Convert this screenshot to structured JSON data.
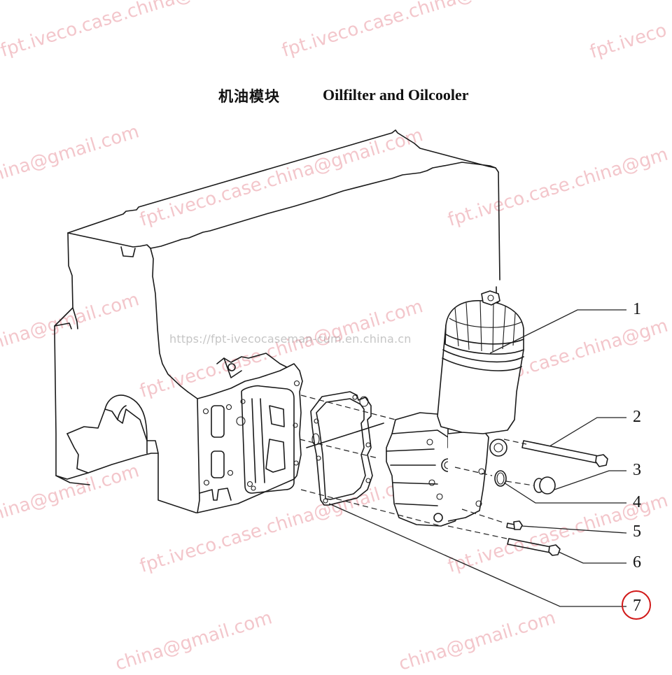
{
  "title": {
    "chinese": "机油模块",
    "english": "Oilfilter and Oilcooler"
  },
  "diagram": {
    "type": "exploded-parts-view",
    "subject": "Engine block with oil filter / oil cooler module",
    "parts": [
      {
        "number": "1",
        "name": "oil-filter-housing"
      },
      {
        "number": "2",
        "name": "long-bolt"
      },
      {
        "number": "3",
        "name": "plug"
      },
      {
        "number": "4",
        "name": "seal-ring"
      },
      {
        "number": "5",
        "name": "short-bolt"
      },
      {
        "number": "6",
        "name": "bolt"
      },
      {
        "number": "7",
        "name": "gasket",
        "highlighted": true,
        "highlight_color": "#d11a1a"
      }
    ]
  },
  "callouts": [
    "1",
    "2",
    "3",
    "4",
    "5",
    "6",
    "7"
  ],
  "watermarks": {
    "text_a": "fpt.iveco.case.china@gmail.com",
    "text_b": "fpt.iveco.case.china@gmail.com",
    "fragments": [
      "fpt.iveco.case.china@",
      "fpt.iveco.case.china@",
      "fpt.iveco",
      "china@gmail.com",
      "fpt.iveco.case.china@gmail.com",
      "fpt.iveco.case.china@gm",
      "china@gmail.com",
      "fpt.iveco.case.china@gmail.com",
      "fpt.iveco.case.china@gm",
      "china@gmail.com",
      "fpt.iveco.case.china@gmail.com",
      "fpt.iveco.case.china@gm",
      "china@gmail.com",
      "fpt.iveco.case.china@gmail.com",
      "fpt.iveco.case.china@gm",
      "china@gmail.com",
      "china@gmail.com"
    ],
    "url": "https://fpt-ivecocaseman-cum.en.china.cn",
    "color": "#e27882"
  }
}
